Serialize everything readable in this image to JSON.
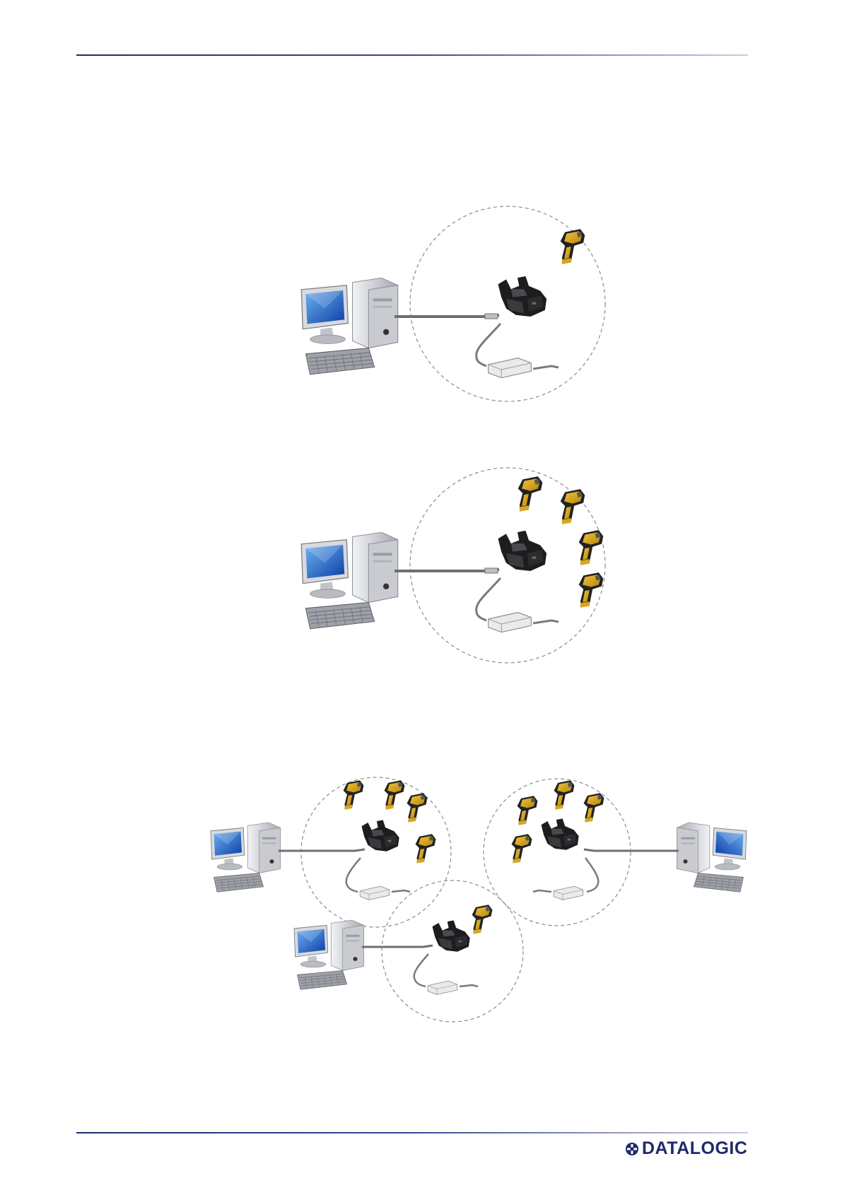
{
  "header": {
    "rule_color": "#1f2a6e"
  },
  "figures": [
    {
      "id": "single-cradle-single-scanner",
      "scanner_count": 1
    },
    {
      "id": "single-cradle-multiple-scanners",
      "scanner_count": 4
    },
    {
      "id": "multiple-cradles-multiple-scanners",
      "cell_count": 3,
      "scanner_counts": [
        4,
        4,
        1
      ]
    }
  ],
  "footer": {
    "brand": "DATALOGIC",
    "brand_color": "#1e2a6b",
    "icon": "datalogic-logo-icon"
  }
}
